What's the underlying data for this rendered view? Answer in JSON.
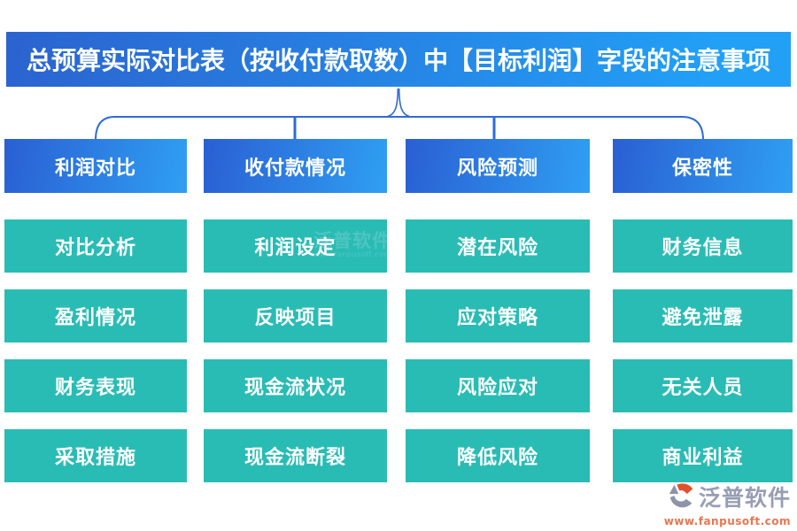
{
  "title": "总预算实际对比表（按收付款取数）中【目标利润】字段的注意事项",
  "columns": [
    {
      "header": "利润对比",
      "items": [
        "对比分析",
        "盈利情况",
        "财务表现",
        "采取措施"
      ]
    },
    {
      "header": "收付款情况",
      "items": [
        "利润设定",
        "反映项目",
        "现金流状况",
        "现金流断裂"
      ]
    },
    {
      "header": "风险预测",
      "items": [
        "潜在风险",
        "应对策略",
        "风险应对",
        "降低风险"
      ]
    },
    {
      "header": "保密性",
      "items": [
        "财务信息",
        "避免泄露",
        "无关人员",
        "商业利益"
      ]
    }
  ],
  "watermark": {
    "brand": "泛普软件",
    "url": "www.fanpusoft.com"
  },
  "footer": {
    "brand": "泛普软件",
    "url": "www.fanpusoft.com"
  },
  "colors": {
    "banner_start": "#2b63cf",
    "banner_end": "#22a0f6",
    "header_start": "#2a5fd3",
    "header_end": "#2f9ff2",
    "item_teal": "#29bcb5",
    "connector": "#2e6bd8",
    "brand_gray": "#979eb3",
    "url_orange": "#e7764f",
    "logo_orange": "#e2512d",
    "logo_gray": "#8e93ab",
    "watermark": "#e2ecee"
  }
}
